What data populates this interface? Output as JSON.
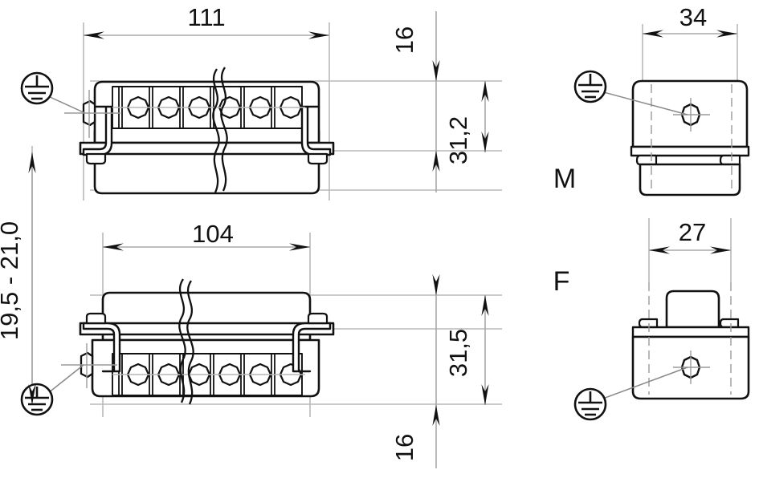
{
  "drawing": {
    "type": "technical-dimension-drawing",
    "subject": "Heavy duty rectangular connector hood and housing",
    "units": "mm"
  },
  "dimensions": {
    "top_width": "111",
    "bottom_width": "104",
    "left_vertical_range": "19,5 - 21,0",
    "top_offset": "16",
    "top_height": "31,2",
    "bottom_height": "31,5",
    "bottom_offset": "16",
    "male_width": "34",
    "female_width": "27"
  },
  "labels": {
    "male": "M",
    "female": "F"
  },
  "icons": {
    "earth_top_left": "earth-ground-symbol",
    "earth_bottom_left": "earth-ground-symbol",
    "earth_male": "earth-ground-symbol",
    "earth_female": "earth-ground-symbol"
  },
  "views": {
    "top_left": {
      "name": "male-connector-front-view",
      "contacts": 6
    },
    "bottom_left": {
      "name": "female-connector-front-view",
      "contacts": 6
    },
    "top_right": {
      "name": "male-connector-side-view"
    },
    "bottom_right": {
      "name": "female-connector-side-view"
    }
  },
  "colors": {
    "line": "#111111",
    "extension_line": "#b5b5b5",
    "center_line": "#9a9a9a",
    "fill": "#ffffff"
  }
}
